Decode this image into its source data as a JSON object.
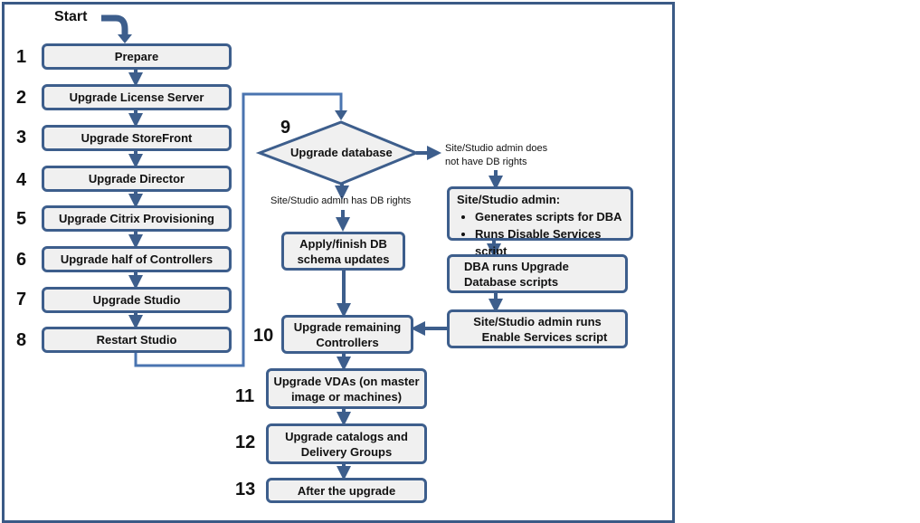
{
  "start_label": "Start",
  "left_steps": [
    {
      "num": "1",
      "label": "Prepare"
    },
    {
      "num": "2",
      "label": "Upgrade License Server"
    },
    {
      "num": "3",
      "label": "Upgrade StoreFront"
    },
    {
      "num": "4",
      "label": "Upgrade Director"
    },
    {
      "num": "5",
      "label": "Upgrade Citrix Provisioning"
    },
    {
      "num": "6",
      "label": "Upgrade half of Controllers"
    },
    {
      "num": "7",
      "label": "Upgrade Studio"
    },
    {
      "num": "8",
      "label": "Restart Studio"
    }
  ],
  "decision": {
    "num": "9",
    "label": "Upgrade database"
  },
  "branch_no_rights": {
    "line1": "Site/Studio admin does",
    "line2": "not have  DB rights"
  },
  "branch_has_rights": {
    "label": "Site/Studio  admin has DB rights"
  },
  "apply_box": {
    "line1": "Apply/finish DB",
    "line2": "schema updates"
  },
  "admin_box": {
    "title": "Site/Studio admin:",
    "items": [
      "Generates scripts for DBA",
      "Runs Disable Services script"
    ]
  },
  "dba_box": {
    "line1": "DBA runs Upgrade",
    "line2": "Database scripts"
  },
  "enable_box": {
    "line1": "Site/Studio admin runs",
    "line2": "Enable Services script"
  },
  "step10": {
    "num": "10",
    "line1": "Upgrade remaining",
    "line2": "Controllers"
  },
  "step11": {
    "num": "11",
    "line1": "Upgrade VDAs (on master",
    "line2": "image or machines)"
  },
  "step12": {
    "num": "12",
    "line1": "Upgrade catalogs and",
    "line2": "Delivery Groups"
  },
  "step13": {
    "num": "13",
    "label": "After the upgrade"
  },
  "colors": {
    "border": "#3d5e8c",
    "fill": "#f0f0f0",
    "arrow": "#3d5e8c",
    "frame": "#3b5a86"
  }
}
